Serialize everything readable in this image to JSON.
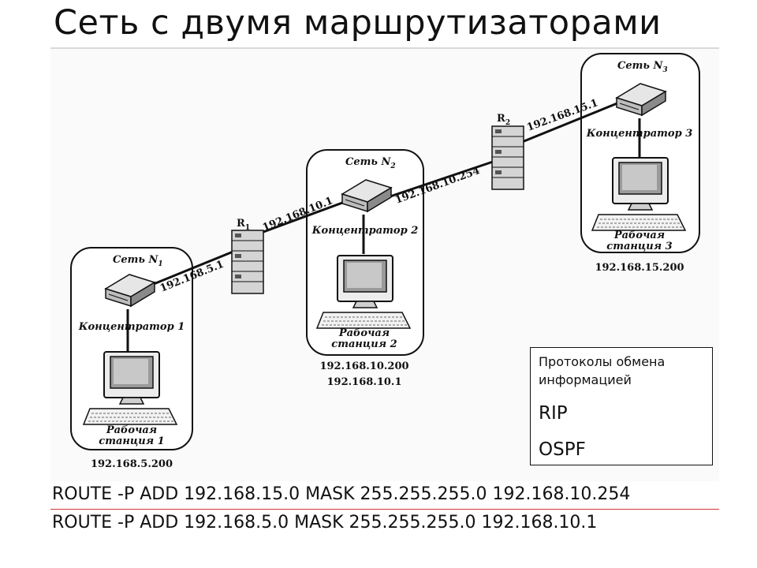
{
  "title": "Сеть с двумя маршрутизаторами",
  "networks": [
    {
      "name": "Сеть N",
      "sub": "1",
      "hub": "Концентратор 1",
      "station_line1": "Рабочая",
      "station_line2": "станция 1",
      "addresses": [
        "192.168.5.200"
      ]
    },
    {
      "name": "Сеть N",
      "sub": "2",
      "hub": "Концентратор 2",
      "station_line1": "Рабочая",
      "station_line2": "станция 2",
      "addresses": [
        "192.168.10.200",
        "192.168.10.1"
      ]
    },
    {
      "name": "Сеть N",
      "sub": "3",
      "hub": "Концентратор 3",
      "station_line1": "Рабочая",
      "station_line2": "станция 3",
      "addresses": [
        "192.168.15.200"
      ]
    }
  ],
  "routers": [
    {
      "name": "R",
      "sub": "1"
    },
    {
      "name": "R",
      "sub": "2"
    }
  ],
  "links": [
    {
      "ip": "192.168.5.1"
    },
    {
      "ip": "192.168.10.1"
    },
    {
      "ip": "192.168.10.254"
    },
    {
      "ip": "192.168.15.1"
    }
  ],
  "protocols": {
    "heading": "Протоколы обмена информацией",
    "items": [
      "RIP",
      "OSPF"
    ]
  },
  "commands": [
    "ROUTE -P ADD 192.168.15.0  MASK 255.255.255.0 192.168.10.254",
    "ROUTE -P ADD 192.168.5.0 MASK 255.255.255.0 192.168.10.1"
  ]
}
